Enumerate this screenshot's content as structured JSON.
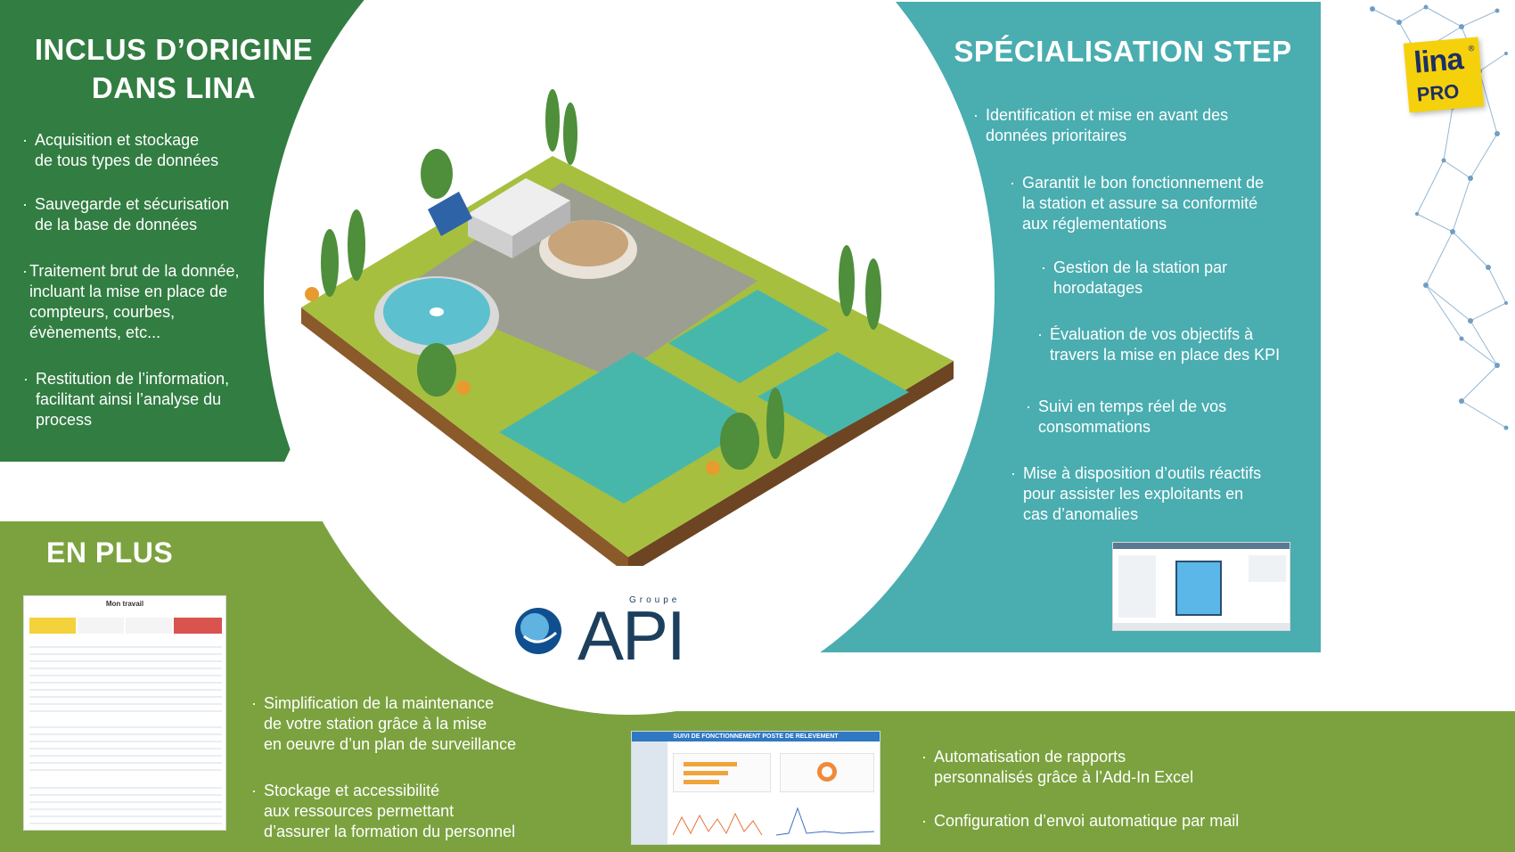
{
  "left_panel": {
    "title_line1": "INCLUS D’ORIGINE",
    "title_line2": "DANS LINA",
    "bullets": [
      [
        "Acquisition et stockage",
        "de tous types de données"
      ],
      [
        "Sauvegarde et sécurisation",
        "de la base de données"
      ],
      [
        "Traitement brut de la donnée,",
        "incluant la mise en place de",
        "compteurs, courbes,",
        "évènements, etc..."
      ],
      [
        "Restitution de l’information,",
        "facilitant ainsi l’analyse du",
        "process"
      ]
    ]
  },
  "right_panel": {
    "title": "SPÉCIALISATION STEP",
    "bullets": [
      [
        "Identification et mise en avant des",
        "données prioritaires"
      ],
      [
        "Garantit le bon fonctionnement de",
        "la station et assure sa conformité",
        "aux réglementations"
      ],
      [
        "Gestion de la station par",
        "horodatages"
      ],
      [
        "Évaluation de vos objectifs à",
        "travers la mise en place des KPI"
      ],
      [
        "Suivi en temps réel de vos",
        "consommations"
      ],
      [
        "Mise à disposition d’outils réactifs",
        "pour assister les exploitants en",
        "cas d’anomalies"
      ]
    ]
  },
  "bottom_panel": {
    "title": "EN PLUS",
    "bullets_mid": [
      [
        "Simplification de la maintenance",
        "de votre station grâce à la mise",
        "en oeuvre d’un plan de surveillance"
      ],
      [
        "Stockage et accessibilité",
        "aux ressources permettant",
        "d’assurer la formation du personnel"
      ]
    ],
    "bullets_right": [
      [
        "Automatisation de rapports",
        "personnalisés grâce à l’Add-In Excel"
      ],
      [
        "Configuration d’envoi automatique par mail"
      ]
    ]
  },
  "logos": {
    "lina": "lina",
    "lina_reg": "®",
    "lina_pro": "PRO",
    "api_groupe": "Groupe",
    "api_name": "API"
  },
  "screenshots": {
    "work_title": "Mon travail",
    "report_title": "SUIVI DE FONCTIONNEMENT POSTE DE RELEVEMENT"
  },
  "colors": {
    "dark_green": "#327d42",
    "teal": "#4aadb0",
    "olive": "#7ba23f",
    "logo_yellow": "#f5d10c",
    "api_blue": "#1d3f5e"
  },
  "bullet_glyph": "·"
}
